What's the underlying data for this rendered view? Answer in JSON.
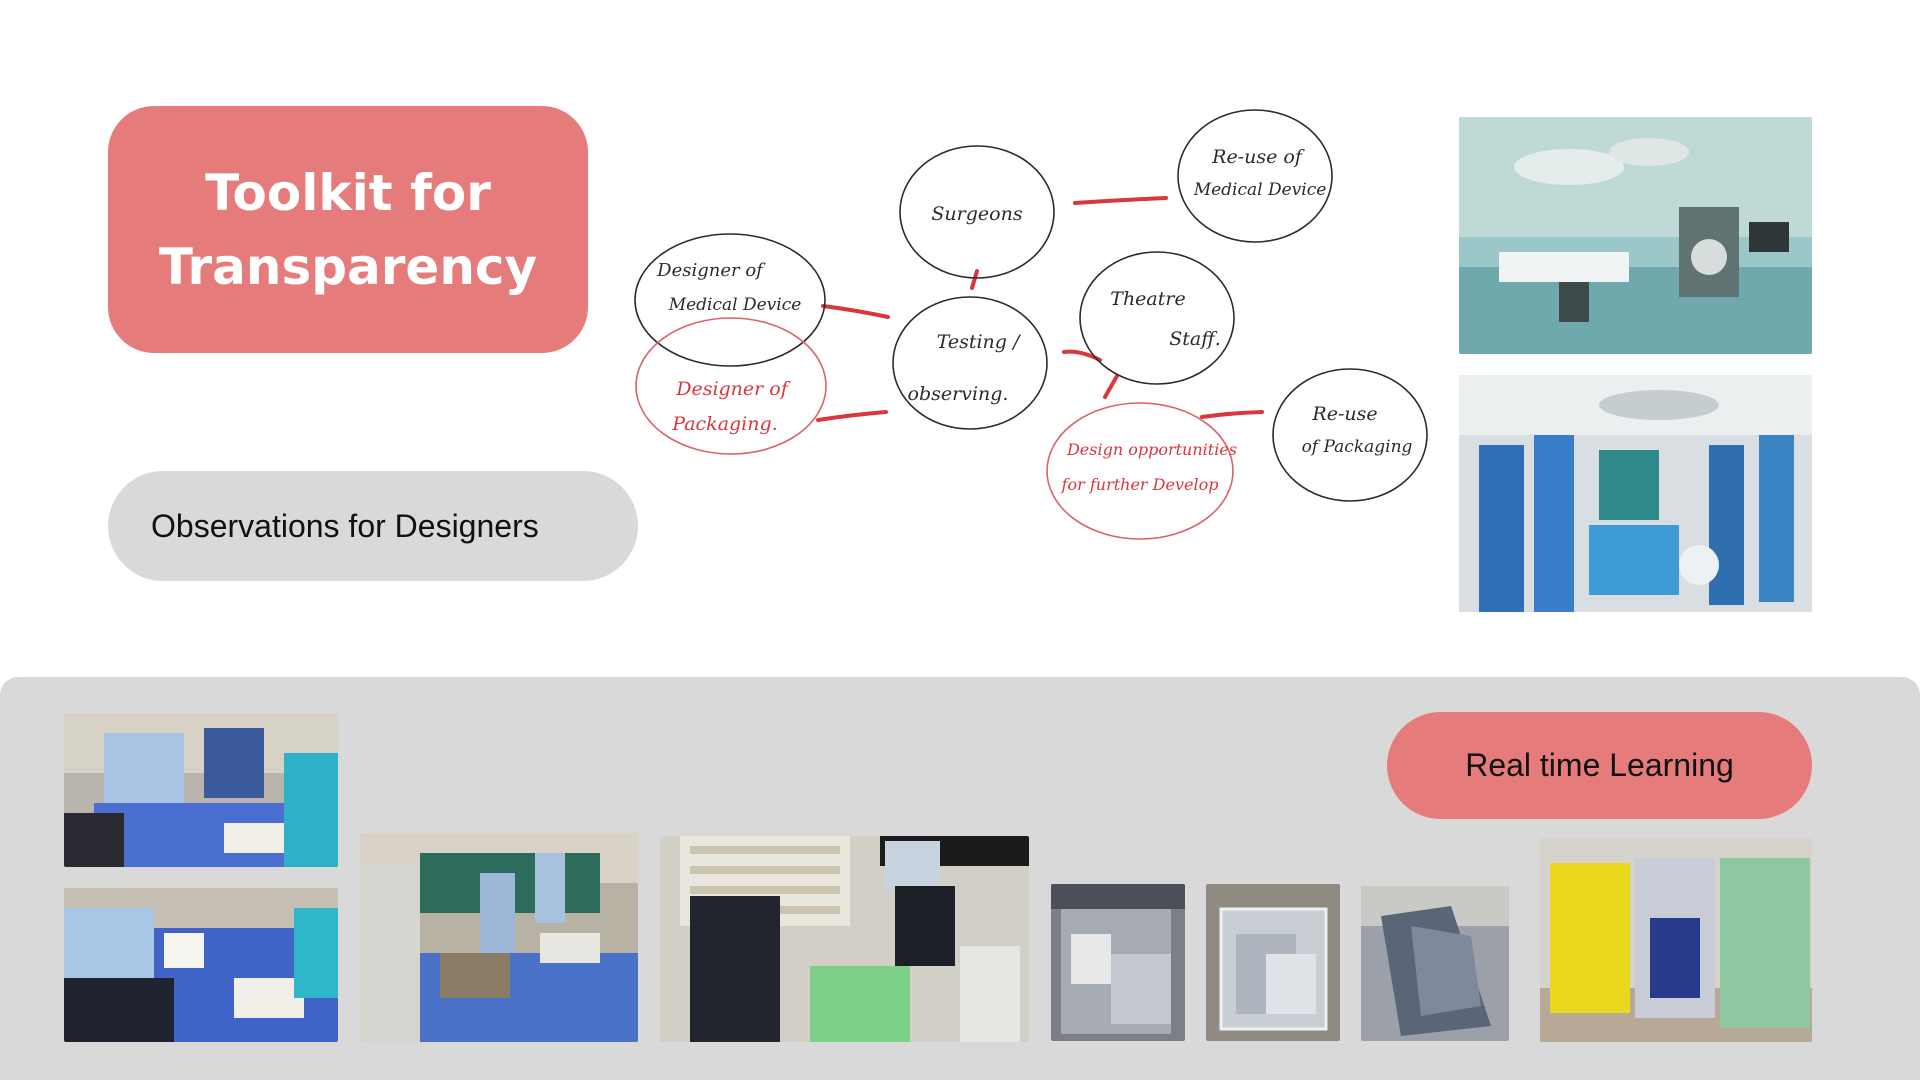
{
  "title": {
    "line1": "Toolkit for",
    "line2": "Transparency"
  },
  "subtitle": "Observations for Designers",
  "learning_label": "Real time Learning",
  "colors": {
    "accent": "#e57b7b",
    "pill_grey": "#d9d9d9",
    "diagram_red": "#d9363e"
  },
  "diagram": {
    "nodes": {
      "surgeons": "Surgeons",
      "reuse_device_1": "Re-use of",
      "reuse_device_2": "Medical Device",
      "designer_device_1": "Designer of",
      "designer_device_2": "Medical Device",
      "testing_1": "Testing /",
      "testing_2": "observing.",
      "theatre_1": "Theatre",
      "theatre_2": "Staff.",
      "designer_packaging_1": "Designer of",
      "designer_packaging_2": "Packaging.",
      "design_opp_1": "Design opportunities",
      "design_opp_2": "for further Develop",
      "reuse_packaging_1": "Re-use",
      "reuse_packaging_2": "of Packaging"
    }
  },
  "photos": {
    "top_right": [
      "operating-theatre-empty",
      "operating-theatre-surgery"
    ],
    "bottom_row": [
      "staff-preparing-table",
      "staff-unpacking-instruments",
      "theatre-instrument-table",
      "nurse-at-storage",
      "packaging-waste-1",
      "packaging-waste-2",
      "packaging-waste-3",
      "waste-bins"
    ]
  }
}
